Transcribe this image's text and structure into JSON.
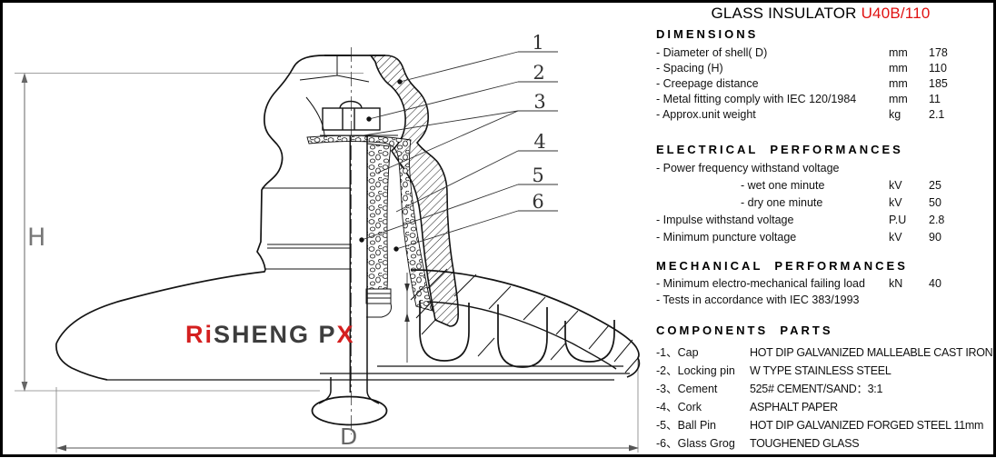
{
  "title": {
    "main": "GLASS INSULATOR ",
    "model": "U40B/110"
  },
  "colors": {
    "accent": "#e01212",
    "logo_red": "#d41f1f",
    "logo_dark": "#3d3d3d",
    "line": "#1a1a1a",
    "dim_line": "#666666"
  },
  "drawing": {
    "dimension_labels": {
      "height": "H",
      "diameter": "D"
    },
    "callouts": [
      "1",
      "2",
      "3",
      "4",
      "5",
      "6"
    ],
    "logo": {
      "left": "Ri",
      "mid": "SHENG P",
      "right": "X"
    }
  },
  "sections": {
    "dimensions": {
      "header": "DIMENSIONS",
      "rows": [
        {
          "label": "- Diameter of shell( D)",
          "unit": "mm",
          "value": "178"
        },
        {
          "label": "- Spacing (H)",
          "unit": "mm",
          "value": "110"
        },
        {
          "label": "- Creepage distance",
          "unit": "mm",
          "value": "185"
        },
        {
          "label": "- Metal fitting comply with IEC 120/1984",
          "unit": "mm",
          "value": "11"
        },
        {
          "label": "- Approx.unit weight",
          "unit": "kg",
          "value": "2.1"
        }
      ]
    },
    "electrical": {
      "header": "ELECTRICAL  PERFORMANCES",
      "rows": [
        {
          "label": "- Power frequency withstand voltage",
          "unit": "",
          "value": "",
          "indent": false
        },
        {
          "label": "- wet one minute",
          "unit": "kV",
          "value": "25",
          "indent": true
        },
        {
          "label": "- dry one minute",
          "unit": "kV",
          "value": "50",
          "indent": true
        },
        {
          "label": "- Impulse withstand voltage",
          "unit": "P.U",
          "value": "2.8",
          "indent": false
        },
        {
          "label": "- Minimum puncture voltage",
          "unit": "kV",
          "value": "90",
          "indent": false
        }
      ]
    },
    "mechanical": {
      "header": "MECHANICAL  PERFORMANCES",
      "rows": [
        {
          "label": "- Minimum electro-mechanical failing load",
          "unit": "kN",
          "value": "40"
        },
        {
          "label": "- Tests in accordance with IEC 383/1993",
          "unit": "",
          "value": ""
        }
      ]
    },
    "components": {
      "header": "COMPONENTS  PARTS",
      "parts": [
        {
          "no": "-1、",
          "name": "Cap",
          "material": "HOT DIP GALVANIZED MALLEABLE CAST IRON"
        },
        {
          "no": "-2、",
          "name": "Locking pin",
          "material": "W TYPE STAINLESS STEEL"
        },
        {
          "no": "-3、",
          "name": "Cement",
          "material": "525# CEMENT/SAND：3:1"
        },
        {
          "no": "-4、",
          "name": "Cork",
          "material": "ASPHALT PAPER"
        },
        {
          "no": "-5、",
          "name": "Ball Pin",
          "material": "HOT DIP GALVANIZED FORGED STEEL 11mm"
        },
        {
          "no": "-6、",
          "name": "Glass Grog",
          "material": "TOUGHENED GLASS"
        }
      ]
    }
  }
}
